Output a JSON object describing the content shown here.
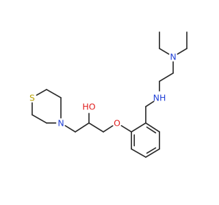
{
  "molecule": {
    "colors": {
      "bond": "#2b2b2b",
      "C": "#2b2b2b",
      "N": "#1f3fd6",
      "O": "#e01e1e",
      "S": "#b8a100"
    },
    "atoms": [
      {
        "id": "c_et1_end",
        "element": "C",
        "label": ""
      },
      {
        "id": "c_et1",
        "element": "C",
        "label": ""
      },
      {
        "id": "n_amine",
        "element": "N",
        "label": "N"
      },
      {
        "id": "c_et2",
        "element": "C",
        "label": ""
      },
      {
        "id": "c_et2_end",
        "element": "C",
        "label": ""
      },
      {
        "id": "c_eth1",
        "element": "C",
        "label": ""
      },
      {
        "id": "c_eth2",
        "element": "C",
        "label": ""
      },
      {
        "id": "n_h",
        "element": "N",
        "label": "NH"
      },
      {
        "id": "c_benzyl",
        "element": "C",
        "label": ""
      },
      {
        "id": "c_ar1",
        "element": "C",
        "label": ""
      },
      {
        "id": "c_ar2",
        "element": "C",
        "label": ""
      },
      {
        "id": "c_ar3",
        "element": "C",
        "label": ""
      },
      {
        "id": "c_ar4",
        "element": "C",
        "label": ""
      },
      {
        "id": "c_ar5",
        "element": "C",
        "label": ""
      },
      {
        "id": "c_ar6",
        "element": "C",
        "label": ""
      },
      {
        "id": "o_ether",
        "element": "O",
        "label": "O"
      },
      {
        "id": "c_och2",
        "element": "C",
        "label": ""
      },
      {
        "id": "c_choh",
        "element": "C",
        "label": ""
      },
      {
        "id": "o_hydroxyl",
        "element": "O",
        "label": "HO"
      },
      {
        "id": "c_nch2",
        "element": "C",
        "label": ""
      },
      {
        "id": "n_ring",
        "element": "N",
        "label": "N"
      },
      {
        "id": "c_r1",
        "element": "C",
        "label": ""
      },
      {
        "id": "c_r2",
        "element": "C",
        "label": ""
      },
      {
        "id": "s_ring",
        "element": "S",
        "label": "S"
      },
      {
        "id": "c_r3",
        "element": "C",
        "label": ""
      },
      {
        "id": "c_r4",
        "element": "C",
        "label": ""
      }
    ],
    "bonds": [
      {
        "a": "c_et1_end",
        "b": "c_et1",
        "order": 1
      },
      {
        "a": "c_et1",
        "b": "n_amine",
        "order": 1
      },
      {
        "a": "n_amine",
        "b": "c_et2",
        "order": 1
      },
      {
        "a": "c_et2",
        "b": "c_et2_end",
        "order": 1
      },
      {
        "a": "n_amine",
        "b": "c_eth1",
        "order": 1
      },
      {
        "a": "c_eth1",
        "b": "c_eth2",
        "order": 1
      },
      {
        "a": "c_eth2",
        "b": "n_h",
        "order": 1
      },
      {
        "a": "n_h",
        "b": "c_benzyl",
        "order": 1
      },
      {
        "a": "c_benzyl",
        "b": "c_ar1",
        "order": 1
      },
      {
        "a": "c_ar1",
        "b": "c_ar2",
        "order": 2
      },
      {
        "a": "c_ar2",
        "b": "c_ar3",
        "order": 1
      },
      {
        "a": "c_ar3",
        "b": "c_ar4",
        "order": 2
      },
      {
        "a": "c_ar4",
        "b": "c_ar5",
        "order": 1
      },
      {
        "a": "c_ar5",
        "b": "c_ar6",
        "order": 2
      },
      {
        "a": "c_ar6",
        "b": "c_ar1",
        "order": 1
      },
      {
        "a": "c_ar6",
        "b": "o_ether",
        "order": 1
      },
      {
        "a": "o_ether",
        "b": "c_och2",
        "order": 1
      },
      {
        "a": "c_och2",
        "b": "c_choh",
        "order": 1
      },
      {
        "a": "c_choh",
        "b": "o_hydroxyl",
        "order": 1
      },
      {
        "a": "c_choh",
        "b": "c_nch2",
        "order": 1
      },
      {
        "a": "c_nch2",
        "b": "n_ring",
        "order": 1
      },
      {
        "a": "n_ring",
        "b": "c_r1",
        "order": 1
      },
      {
        "a": "c_r1",
        "b": "c_r2",
        "order": 1
      },
      {
        "a": "c_r2",
        "b": "s_ring",
        "order": 1
      },
      {
        "a": "s_ring",
        "b": "c_r3",
        "order": 1
      },
      {
        "a": "c_r3",
        "b": "c_r4",
        "order": 1
      },
      {
        "a": "c_r4",
        "b": "n_ring",
        "order": 1
      }
    ]
  }
}
